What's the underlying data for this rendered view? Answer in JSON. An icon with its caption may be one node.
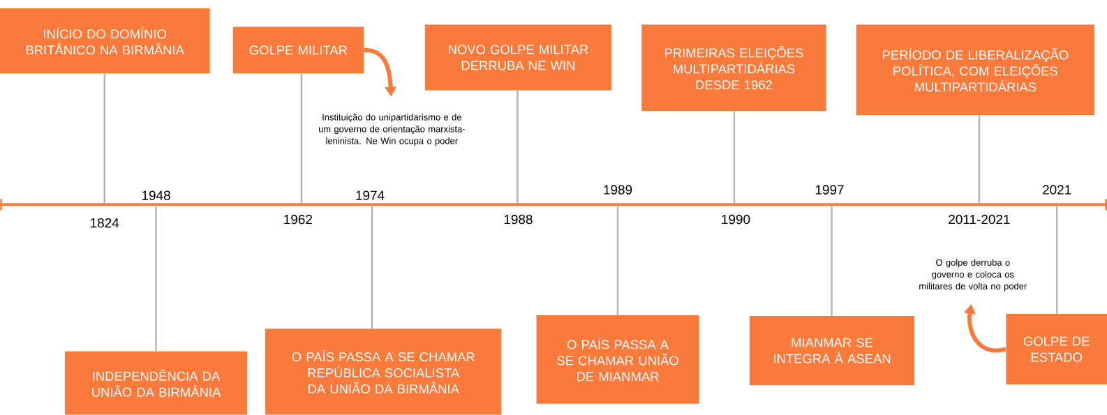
{
  "diagram": {
    "nodes": [
      {
        "text": [
          "INÍCIO DO DOMÍNIO BRITÂNICO NA BIRMÂNIA"
        ]
      },
      {
        "text": [
          "INDEPENDÊNCIA DA UNIÃO DA BIRMÂNIA"
        ]
      },
      {
        "text": [
          "GOLPE MILITAR"
        ]
      },
      {
        "text": [
          "Instituição do unipartidarismo e de um governo de orientação marxista-leninista. Ne Win ocupa o poder"
        ]
      },
      {
        "text": [
          "O PAÍS PASSA A SE CHAMAR REPÚBLICA SOCIALISTA DA UNIÃO DA BIRMÂNIA"
        ]
      },
      {
        "text": [
          "NOVO GOLPE MILITAR DERRUBA NE WIN"
        ]
      },
      {
        "text": [
          "O PAÍS PASSA A SE CHAMAR UNIÃO DE MIANMAR"
        ]
      },
      {
        "text": [
          "PRIMEIRAS ELEIÇÕES MULTIPARTIDÁRIAS DESDE 1962"
        ]
      },
      {
        "text": [
          "MIANMAR SE INTEGRA À ASEAN"
        ]
      },
      {
        "text": [
          "PERÍODO DE LIBERALIZAÇÃO POLÍTICA, COM ELEIÇÕES MULTIPARTIDÁRIAS"
        ]
      },
      {
        "text": [
          "O golpe derruba o governo e coloca os militares de volta no poder"
        ]
      },
      {
        "text": [
          "GOLPE DE ESTADO"
        ]
      },
      {
        "text": [],
        "shape": "bar"
      }
    ],
    "edges": [
      {
        "from": 0,
        "to": 12,
        "arrow": "none"
      },
      {
        "from": 1,
        "to": 12,
        "arrow": "none"
      },
      {
        "from": 2,
        "to": 12,
        "arrow": "none"
      },
      {
        "from": 4,
        "to": 12,
        "arrow": "none"
      },
      {
        "from": 5,
        "to": 12,
        "arrow": "none"
      },
      {
        "from": 6,
        "to": 12,
        "arrow": "none"
      },
      {
        "from": 7,
        "to": 12,
        "arrow": "none"
      },
      {
        "from": 8,
        "to": 12,
        "arrow": "none"
      },
      {
        "from": 9,
        "to": 12,
        "arrow": "none"
      },
      {
        "from": 11,
        "to": 12,
        "arrow": "none"
      },
      {
        "from": 2,
        "to": 3,
        "arrow": "to",
        "style": "thick",
        "color": "#fa7a3c"
      },
      {
        "from": 11,
        "to": 10,
        "arrow": "to",
        "style": "thick",
        "color": "#fa7a3c"
      }
    ],
    "labels": [
      "1824",
      "1948",
      "1962",
      "1974",
      "1988",
      "1989",
      "1990",
      "1997",
      "2011-2021",
      "2021"
    ]
  }
}
